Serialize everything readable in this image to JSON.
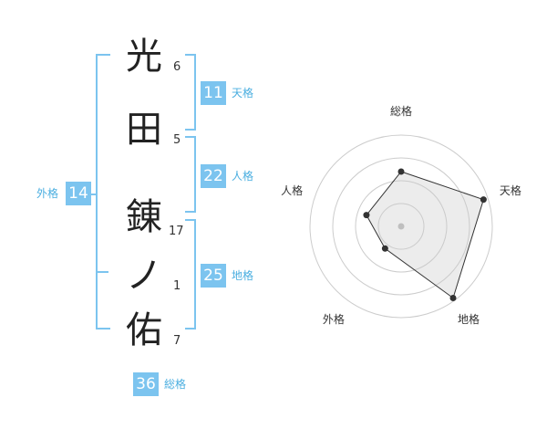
{
  "name": {
    "chars": [
      {
        "char": "光",
        "strokes": "6"
      },
      {
        "char": "田",
        "strokes": "5"
      },
      {
        "char": "錬",
        "strokes": "17"
      },
      {
        "char": "ノ",
        "strokes": "1"
      },
      {
        "char": "佑",
        "strokes": "7"
      }
    ]
  },
  "fortunes": {
    "tenkaku": {
      "value": "11",
      "label": "天格"
    },
    "jinkaku": {
      "value": "22",
      "label": "人格"
    },
    "chikaku": {
      "value": "25",
      "label": "地格"
    },
    "gaikaku": {
      "value": "14",
      "label": "外格"
    },
    "soukaku": {
      "value": "36",
      "label": "総格"
    }
  },
  "colors": {
    "accent": "#7cc4ef",
    "accent_text": "#4aaee0"
  },
  "chart_data": {
    "type": "radar",
    "axes": [
      "総格",
      "天格",
      "地格",
      "外格",
      "人格"
    ],
    "values": [
      0.6,
      0.95,
      0.97,
      0.3,
      0.4
    ],
    "rings": 4,
    "max": 1
  }
}
